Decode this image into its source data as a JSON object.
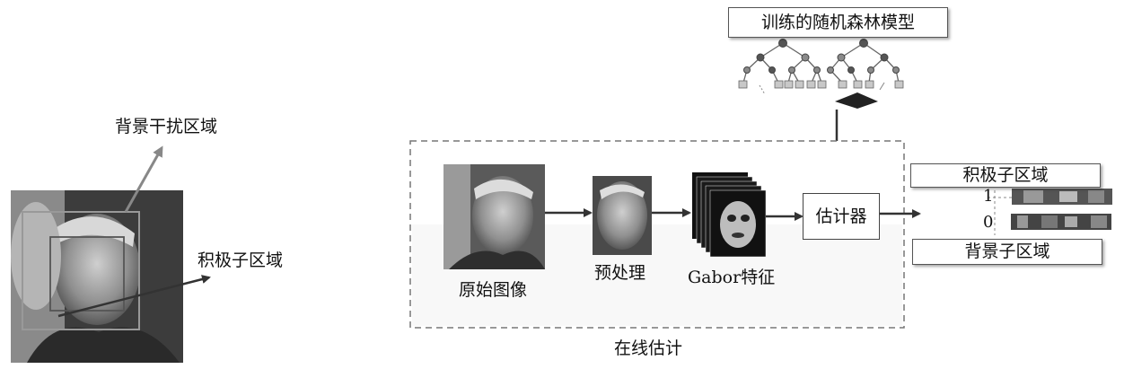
{
  "left_panel": {
    "label_background": "背景干扰区域",
    "label_positive": "积极子区域"
  },
  "model": {
    "title": "训练的随机森林模型"
  },
  "online": {
    "label_original": "原始图像",
    "label_preprocess": "预处理",
    "label_gabor": "Gabor特征",
    "estimator": "估计器",
    "caption": "在线估计"
  },
  "output": {
    "positive": "积极子区域",
    "background": "背景子区域",
    "label_one": "1",
    "label_zero": "0"
  }
}
